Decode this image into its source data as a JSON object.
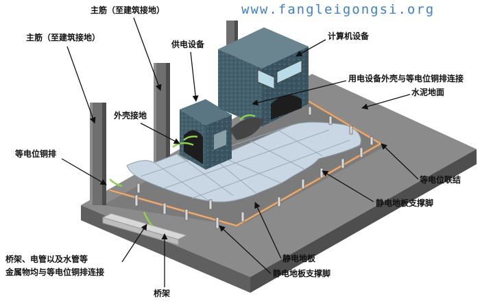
{
  "watermark": "www.fangleigongsi.org",
  "labels": {
    "main_rebar_top": "主筋（至建筑接地）",
    "main_rebar_left": "主筋（至建筑接地）",
    "power_equipment": "供电设备",
    "computer_equipment": "计算机设备",
    "enclosure_bonding": "用电设备外壳与等电位铜排连接",
    "concrete_floor": "水泥地面",
    "enclosure_ground": "外壳接地",
    "equipotential_busbar": "等电位铜排",
    "equipotential_bonding": "等电位联结",
    "floor_support_right": "静电地板支撑脚",
    "tray_bonding_line1": "桥架、电管以及水管等",
    "tray_bonding_line2": "金属物均与等电位铜排连接",
    "antistatic_floor": "静电地板",
    "floor_support_bottom": "静电地板支撑脚",
    "cable_tray": "桥架"
  },
  "colors": {
    "watermark": "#3f7fc1",
    "slab_top": "#8a8a8a",
    "slab_side": "#5e5e5e",
    "cabinet": "#3e5a66",
    "floor_tile": "#c9d6e3",
    "copper_bar": "#c98a55",
    "ground_wire": "#8fd14f"
  }
}
